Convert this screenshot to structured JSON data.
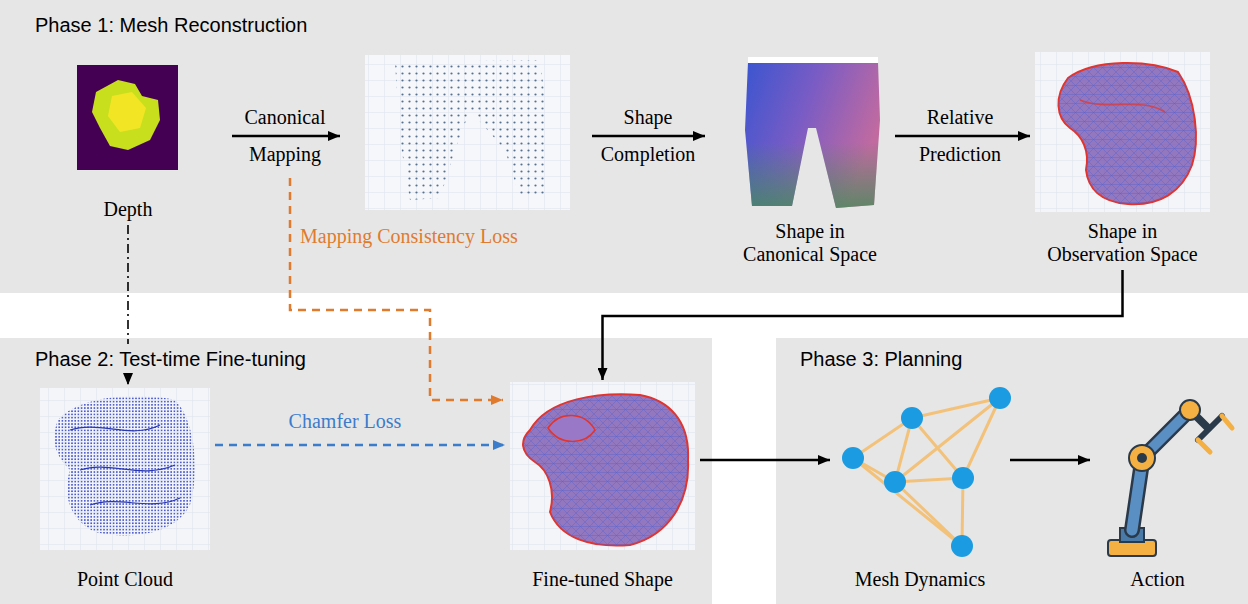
{
  "diagram": {
    "nodes": [
      {
        "text": [
          "Phase 1: Mesh Reconstruction"
        ]
      },
      {
        "text": [
          "Depth"
        ],
        "in": 0
      },
      {
        "text": [
          "Shape in Canonical Space"
        ],
        "in": 0
      },
      {
        "text": [
          "Shape in Observation Space"
        ],
        "in": 0
      },
      {
        "text": [
          "Phase 2: Test-time Fine-tuning"
        ]
      },
      {
        "text": [
          "Point Cloud"
        ],
        "in": 4
      },
      {
        "text": [
          "Fine-tuned Shape"
        ],
        "in": 4
      },
      {
        "text": [
          "Phase 3: Planning"
        ]
      },
      {
        "text": [
          "Mesh Dynamics"
        ],
        "in": 7
      },
      {
        "text": [
          "Action"
        ],
        "in": 7
      }
    ],
    "edges": [
      {
        "from": 2,
        "to": 3,
        "arrow": "to",
        "label": "Relative Prediction"
      },
      {
        "from": 3,
        "to": 6,
        "arrow": "to"
      },
      {
        "from": 1,
        "to": 5,
        "arrow": "to"
      },
      {
        "from": 5,
        "to": 6,
        "arrow": "to",
        "label": "Chamfer Loss"
      },
      {
        "from": 6,
        "to": 8,
        "arrow": "to"
      },
      {
        "from": 8,
        "to": 9,
        "arrow": "to"
      }
    ],
    "labels": [
      "Canonical Mapping",
      "Shape Completion",
      "Mapping Consistency Loss"
    ]
  }
}
